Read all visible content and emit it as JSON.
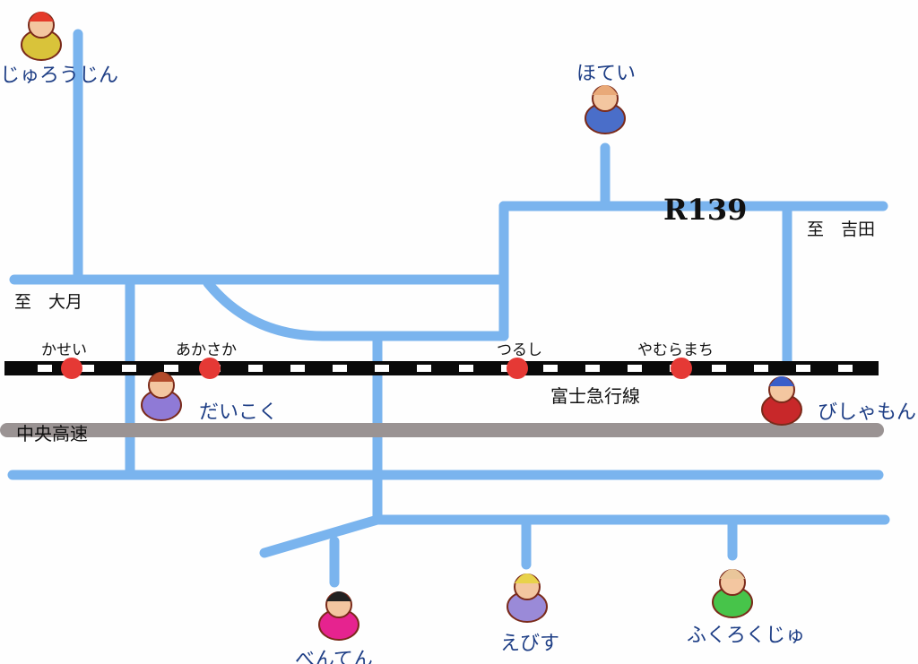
{
  "colors": {
    "road": "#7ab4ee",
    "expressway": "#9a9393",
    "rail": "#0a0a0a",
    "rail_tie": "#ffffff",
    "station": "#e53935",
    "god_label": "#1f3f86"
  },
  "route": {
    "name": "R139"
  },
  "directions": {
    "otsuki": "至　大月",
    "yoshida": "至　吉田"
  },
  "railway": {
    "name": "富士急行線",
    "stations": [
      "かせい",
      "あかさか",
      "つるし",
      "やむらまち"
    ]
  },
  "expressway": {
    "name": "中央高速"
  },
  "gods": [
    {
      "name": "じゅろうじん",
      "icon": "jurojin-icon"
    },
    {
      "name": "ほてい",
      "icon": "hotei-icon"
    },
    {
      "name": "だいこく",
      "icon": "daikoku-icon"
    },
    {
      "name": "びしゃもん",
      "icon": "bishamon-icon"
    },
    {
      "name": "べんてん",
      "icon": "benten-icon"
    },
    {
      "name": "えびす",
      "icon": "ebisu-icon"
    },
    {
      "name": "ふくろくじゅ",
      "icon": "fukurokuju-icon"
    }
  ]
}
